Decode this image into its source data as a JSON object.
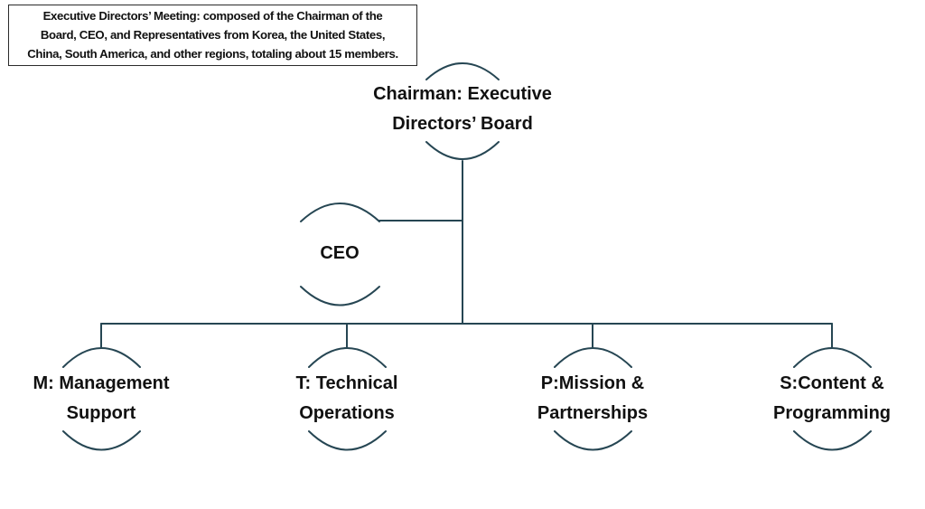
{
  "note": {
    "lines": [
      "Executive Directors’ Meeting:   composed of the Chairman of the",
      "Board, CEO, and Representatives from Korea, the United States,",
      "China, South America, and other regions, totaling about 15 members."
    ]
  },
  "nodes": {
    "chairman": {
      "line1": "Chairman: Executive",
      "line2": "Directors’ Board"
    },
    "ceo": {
      "line1": "CEO"
    },
    "m": {
      "line1": "M: Management",
      "line2": "Support"
    },
    "t": {
      "line1": "T: Technical",
      "line2": "Operations"
    },
    "p": {
      "line1": "P:Mission &",
      "line2": "Partnerships"
    },
    "s": {
      "line1": "S:Content &",
      "line2": "Programming"
    }
  },
  "colors": {
    "line": "#264653",
    "text": "#111111"
  }
}
